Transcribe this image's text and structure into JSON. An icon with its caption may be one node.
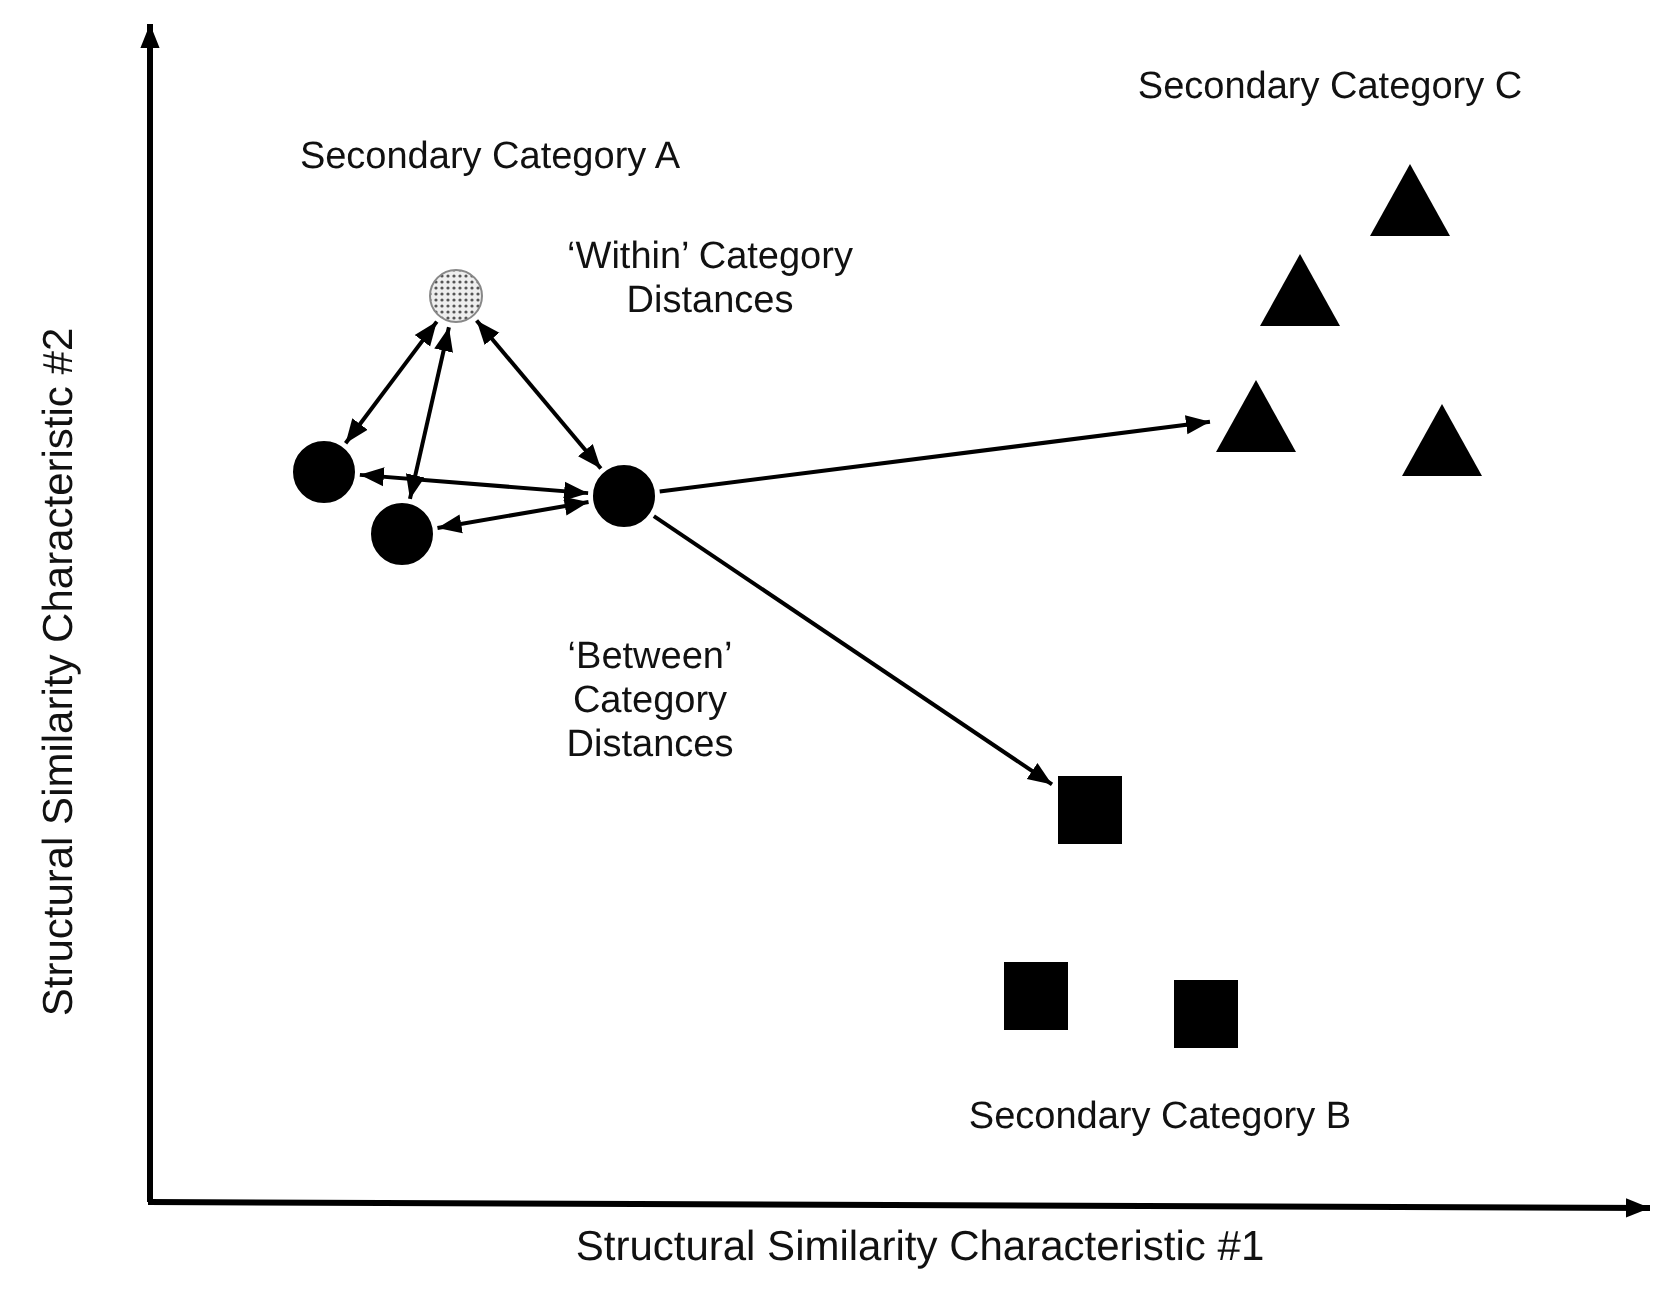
{
  "diagram": {
    "nodes": [
      {
        "text": [],
        "shape": "circle"
      },
      {
        "text": [],
        "shape": "circle"
      },
      {
        "text": [],
        "shape": "circle"
      },
      {
        "text": [],
        "shape": "circle"
      },
      {
        "text": [],
        "shape": "triangle"
      },
      {
        "text": [],
        "shape": "triangle"
      },
      {
        "text": [],
        "shape": "triangle"
      },
      {
        "text": [],
        "shape": "triangle"
      },
      {
        "text": [],
        "shape": "box"
      },
      {
        "text": [],
        "shape": "box"
      },
      {
        "text": [],
        "shape": "box"
      }
    ],
    "edges": [
      {
        "from": 0,
        "to": 1,
        "arrow": "both"
      },
      {
        "from": 0,
        "to": 2,
        "arrow": "both"
      },
      {
        "from": 0,
        "to": 3,
        "arrow": "both"
      },
      {
        "from": 1,
        "to": 3,
        "arrow": "both"
      },
      {
        "from": 2,
        "to": 3,
        "arrow": "both"
      },
      {
        "from": 3,
        "to": 6,
        "arrow": "to"
      },
      {
        "from": 3,
        "to": 8,
        "arrow": "to"
      }
    ],
    "labels": [
      "Secondary Category C",
      "Secondary Category A",
      "‘Within’ Category Distances",
      "‘Between’ Category Distances",
      "Secondary Category B",
      "Structural Similarity Characteristic #2",
      "Structural Similarity Characteristic #1"
    ]
  }
}
